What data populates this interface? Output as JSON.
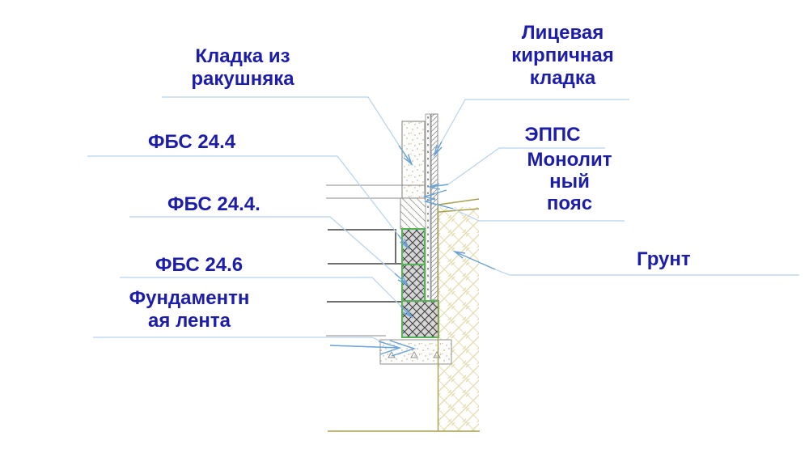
{
  "diagram": {
    "type": "construction-section-detail",
    "labels": {
      "shell_rock": "Кладка из\nракушняка",
      "facing_brick": "Лицевая\nкирпичная\nкладка",
      "fbs_top": "ФБС 24.4",
      "epps": "ЭППС",
      "monolithic_belt": "Монолит\nный\nпояс",
      "fbs_middle": "ФБС 24.4.",
      "fbs_bottom": "ФБС 24.6",
      "foundation_strip": "Фундаментн\nая лента",
      "soil": "Грунт"
    },
    "colors": {
      "label_text": "#1d1dab",
      "leader_line": "#b7d2ec",
      "arrow": "#68a2d8",
      "drawing_line": "#8a8a8a",
      "block_edge_green": "#56b457",
      "ground_olive": "#a8a050",
      "soil_hatch": "#e1dba8",
      "fbs_fill": "#d6d6d6"
    }
  }
}
